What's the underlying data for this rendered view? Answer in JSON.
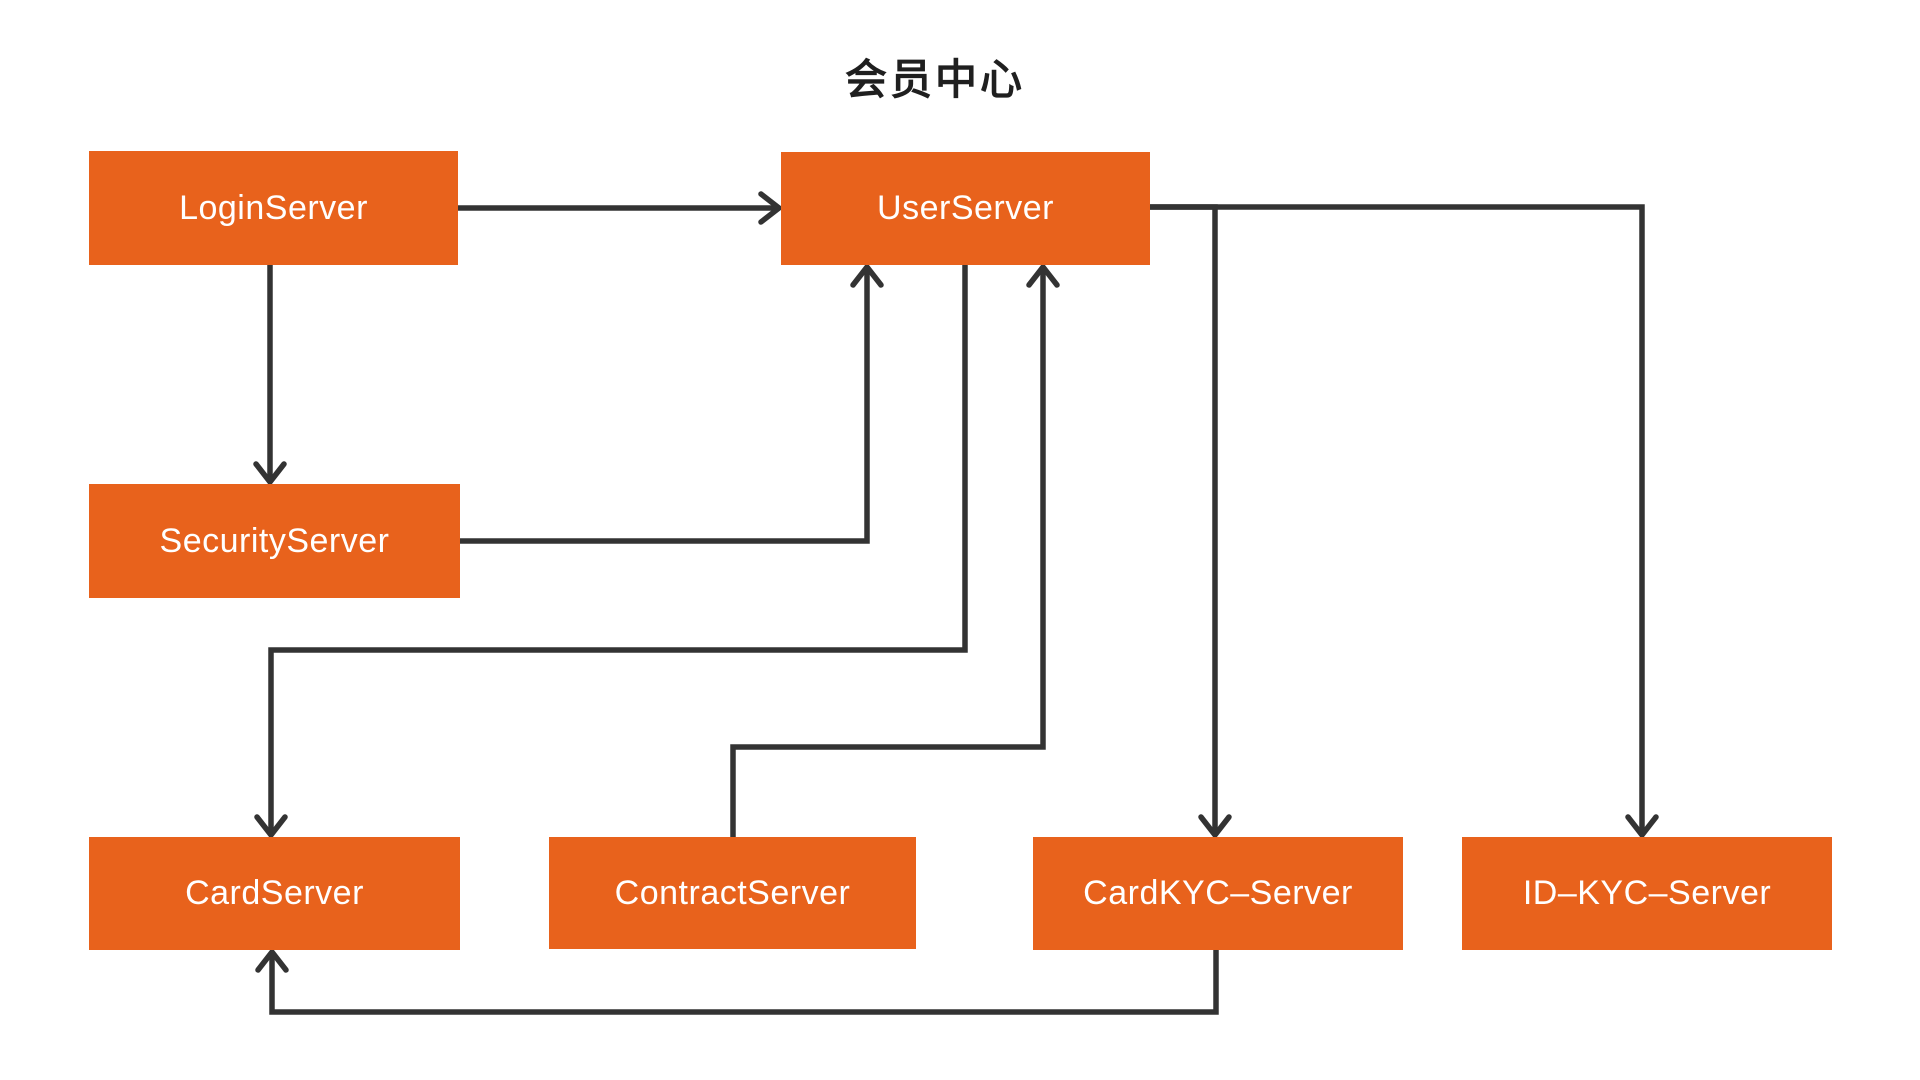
{
  "title": "会员中心",
  "colors": {
    "node_fill": "#E8621C",
    "node_text": "#FFFFFF",
    "edge": "#333333",
    "title_text": "#1F1F1F",
    "background": "#FFFFFF"
  },
  "nodes": {
    "login": {
      "label": "LoginServer"
    },
    "user": {
      "label": "UserServer"
    },
    "security": {
      "label": "SecurityServer"
    },
    "card": {
      "label": "CardServer"
    },
    "contract": {
      "label": "ContractServer"
    },
    "cardkyc": {
      "label": "CardKYC–Server"
    },
    "idkyc": {
      "label": "ID–KYC–Server"
    }
  },
  "edges": [
    {
      "from": "LoginServer",
      "to": "UserServer"
    },
    {
      "from": "LoginServer",
      "to": "SecurityServer"
    },
    {
      "from": "SecurityServer",
      "to": "UserServer"
    },
    {
      "from": "UserServer",
      "to": "CardServer"
    },
    {
      "from": "ContractServer",
      "to": "UserServer"
    },
    {
      "from": "UserServer",
      "to": "CardKYC–Server"
    },
    {
      "from": "UserServer",
      "to": "ID–KYC–Server"
    },
    {
      "from": "CardKYC–Server",
      "to": "CardServer"
    }
  ]
}
